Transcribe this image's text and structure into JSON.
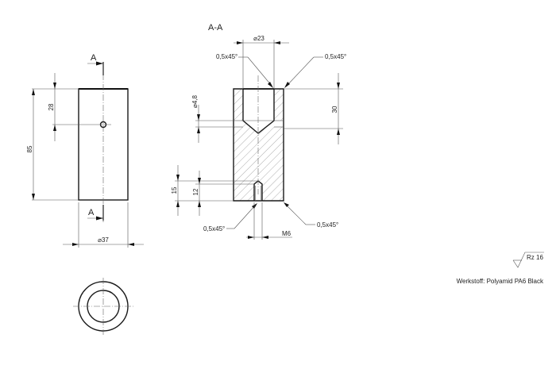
{
  "drawing": {
    "section_label": "A-A",
    "cut_marker_top": "A",
    "cut_marker_bottom": "A",
    "front_view": {
      "height_dim": "85",
      "hole_position_dim": "28",
      "diameter_dim": "⌀37"
    },
    "section_view": {
      "bore_diameter_dim": "⌀23",
      "bore_depth_dim": "30",
      "cross_hole_dim": "⌀4,8",
      "chamfer_top_left": "0,5x45°",
      "chamfer_top_right": "0,5x45°",
      "chamfer_bottom_left": "0,5x45°",
      "chamfer_bottom_right": "0,5x45°",
      "thread_depth_dim": "15",
      "thread_length_dim": "12",
      "thread_dim": "M6"
    },
    "surface_finish": "Rz  16",
    "material_note": "Werkstoff: Polyamid PA6 Black"
  }
}
